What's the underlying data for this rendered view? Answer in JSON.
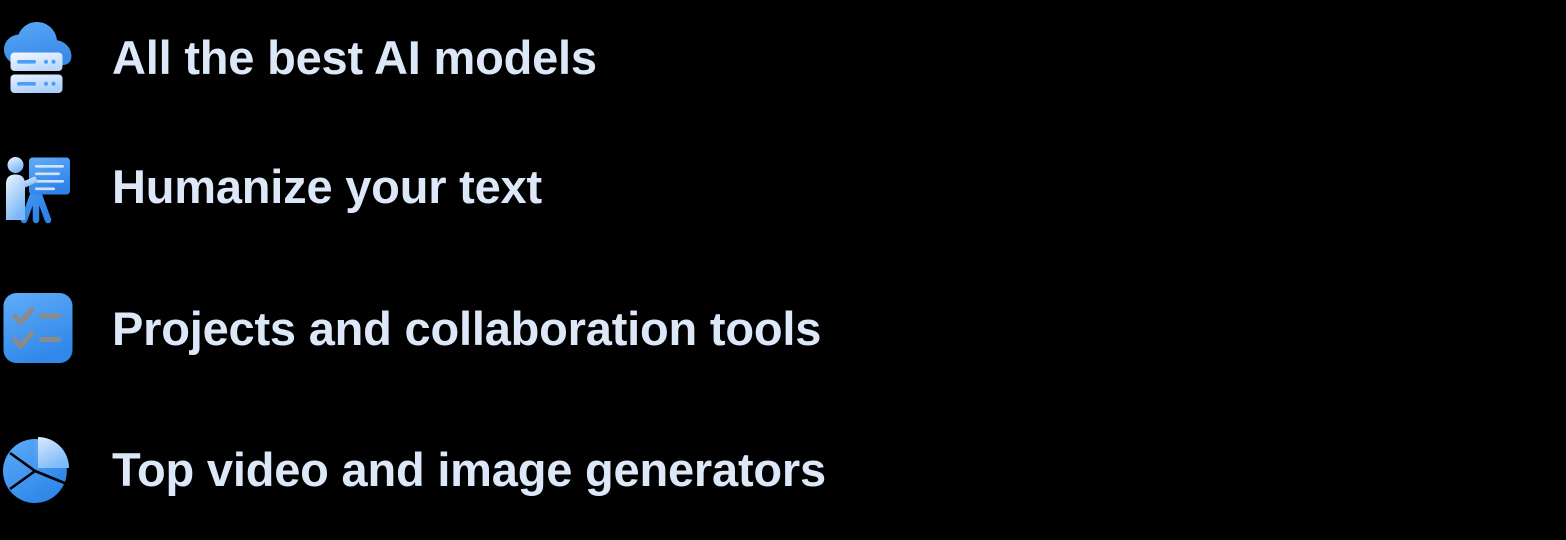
{
  "page": {
    "background_color": "#000000",
    "text_color": "#dce8f8",
    "accent_color": "#4a9ef5"
  },
  "features": [
    {
      "icon": "cloud-server-icon",
      "label": "All the best AI models"
    },
    {
      "icon": "presenter-person-icon",
      "label": "Humanize your text"
    },
    {
      "icon": "checklist-icon",
      "label": "Projects and collaboration tools"
    },
    {
      "icon": "pie-chart-icon",
      "label": "Top video and image generators"
    }
  ]
}
